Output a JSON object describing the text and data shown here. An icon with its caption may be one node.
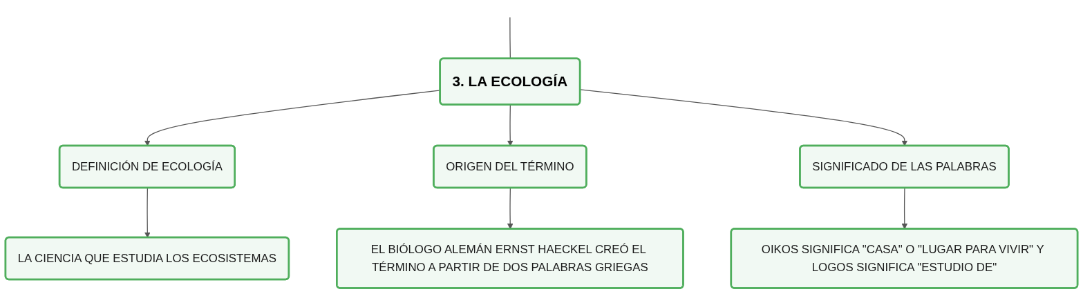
{
  "diagram": {
    "nodes": [
      {
        "text": [
          "3. LA ECOLOGÍA"
        ]
      },
      {
        "text": [
          "DEFINICIÓN DE ECOLOGÍA"
        ]
      },
      {
        "text": [
          "ORIGEN DEL TÉRMINO"
        ]
      },
      {
        "text": [
          "SIGNIFICADO DE LAS PALABRAS"
        ]
      },
      {
        "text": [
          "LA CIENCIA QUE ESTUDIA LOS ECOSISTEMAS"
        ]
      },
      {
        "text": [
          "EL BIÓLOGO ALEMÁN ERNST HAECKEL CREÓ EL TÉRMINO A PARTIR DE DOS PALABRAS GRIEGAS"
        ]
      },
      {
        "text": [
          "OIKOS SIGNIFICA \"CASA\" O \"LUGAR PARA VIVIR\" Y LOGOS SIGNIFICA \"ESTUDIO DE\""
        ]
      }
    ],
    "edges": [
      {
        "from": null,
        "to": 0,
        "arrow": "none"
      },
      {
        "from": 0,
        "to": 1,
        "arrow": "to"
      },
      {
        "from": 0,
        "to": 2,
        "arrow": "to"
      },
      {
        "from": 0,
        "to": 3,
        "arrow": "to"
      },
      {
        "from": 1,
        "to": 4,
        "arrow": "to"
      },
      {
        "from": 2,
        "to": 5,
        "arrow": "to"
      },
      {
        "from": 3,
        "to": 6,
        "arrow": "to"
      }
    ]
  }
}
